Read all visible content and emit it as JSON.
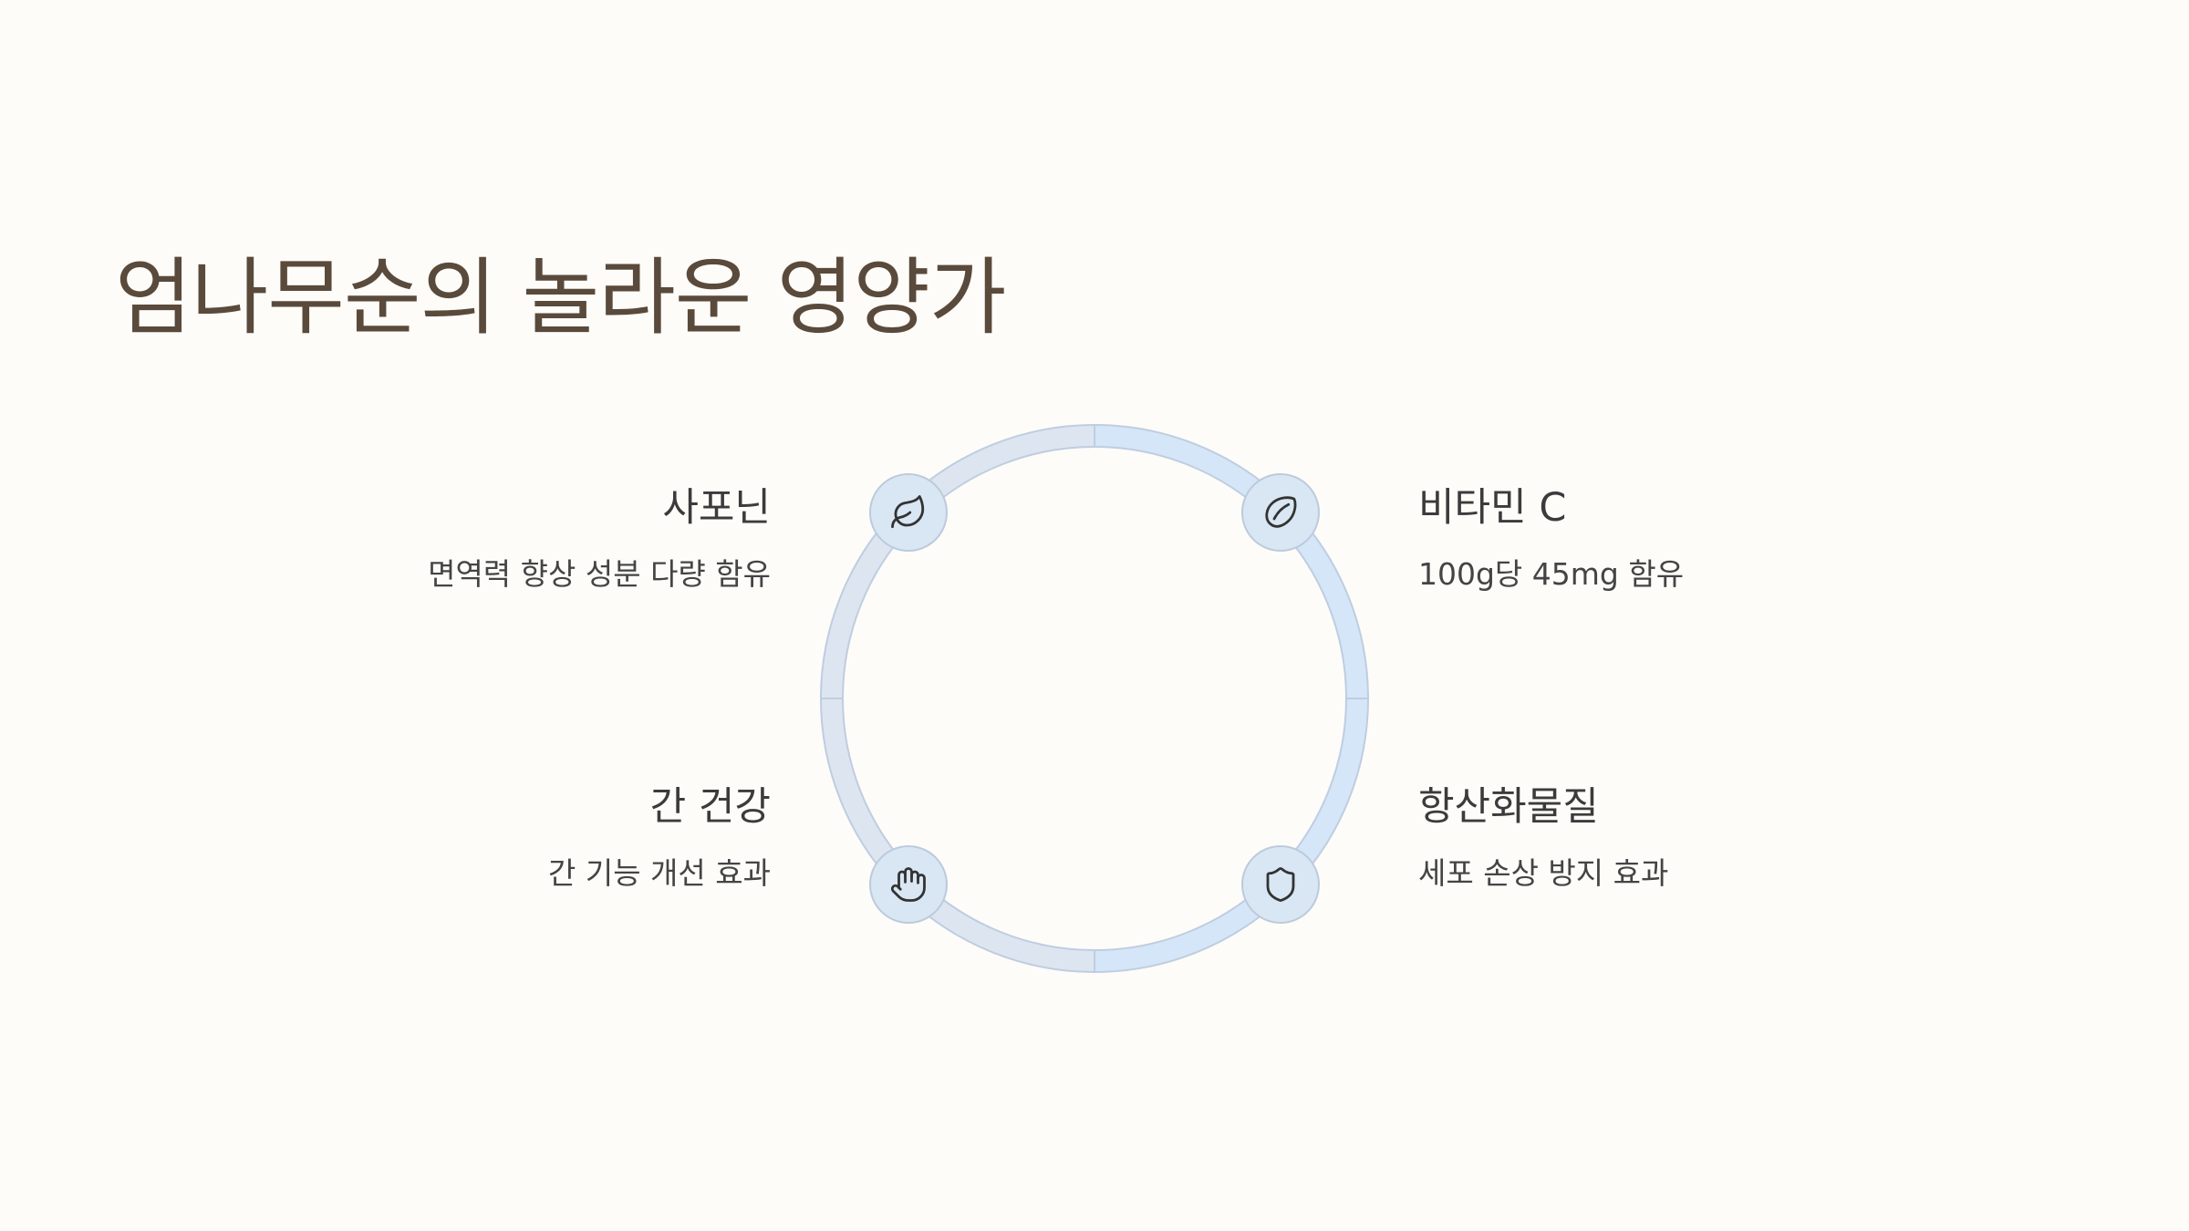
{
  "page": {
    "title": "엄나무순의 놀라운 영양가"
  },
  "colors": {
    "background": "#fdfcf9",
    "title": "#5a4a3b",
    "text": "#3b3b3b",
    "ring_fill_top": "#d5e6f8",
    "ring_fill_bottom": "#dde6f0",
    "ring_stroke": "#bfcde0",
    "node_fill": "#d9e6f3",
    "icon_stroke": "#333333"
  },
  "items": [
    {
      "id": "saponin",
      "title": "사포닌",
      "description": "면역력 향상 성분 다량 함유",
      "icon": "leaf-icon"
    },
    {
      "id": "vitamin-c",
      "title": "비타민 C",
      "description": "100g당 45mg 함유",
      "icon": "lemon-icon"
    },
    {
      "id": "liver",
      "title": "간 건강",
      "description": "간 기능 개선 효과",
      "icon": "hand-icon"
    },
    {
      "id": "antioxidant",
      "title": "항산화물질",
      "description": "세포 손상 방지 효과",
      "icon": "shield-icon"
    }
  ]
}
